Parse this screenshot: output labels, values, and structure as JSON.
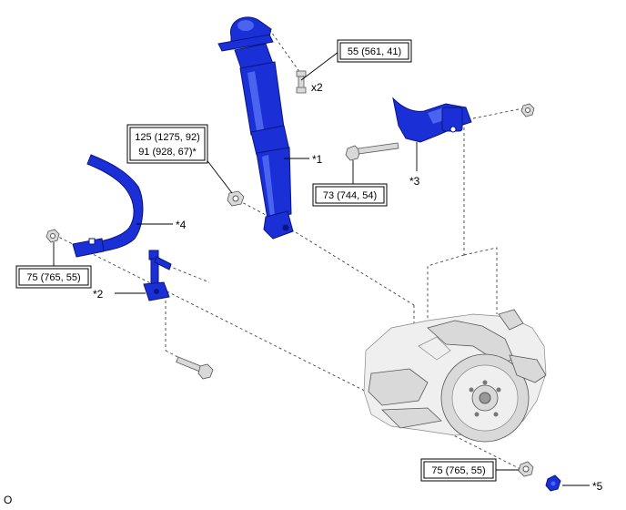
{
  "callouts": {
    "c1": "*1",
    "c2": "*2",
    "c3": "*3",
    "c4": "*4",
    "c5": "*5"
  },
  "quantity": "x2",
  "torques": {
    "shock_upper": "55 (561, 41)",
    "shock_lower_line1": "125 (1275, 92)",
    "shock_lower_line2": "91 (928, 67)*",
    "knuckle_bolt": "73 (744, 54)",
    "stabilizer_nut": "75 (765, 55)",
    "link_lower_nut": "75 (765, 55)"
  },
  "figure_id": "O",
  "colors": {
    "part_blue": "#1a2fd6",
    "part_blue_dark": "#0a1680",
    "hardware_grey": "#d9d9d9"
  }
}
